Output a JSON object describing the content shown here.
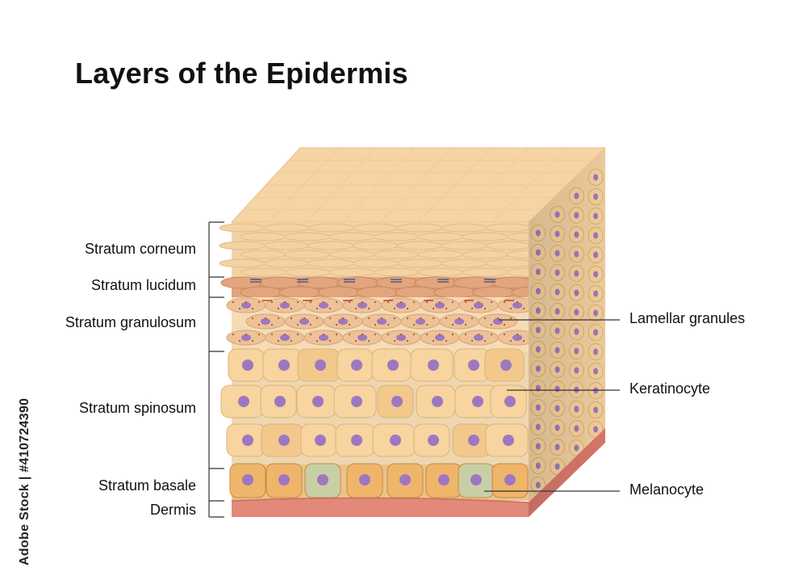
{
  "title": "Layers of the Epidermis",
  "layers": [
    {
      "label": "Stratum corneum"
    },
    {
      "label": "Stratum lucidum"
    },
    {
      "label": "Stratum granulosum"
    },
    {
      "label": "Stratum spinosum"
    },
    {
      "label": "Stratum basale"
    },
    {
      "label": "Dermis"
    }
  ],
  "callouts": [
    {
      "label": "Lamellar granules"
    },
    {
      "label": "Keratinocyte"
    },
    {
      "label": "Melanocyte"
    }
  ],
  "watermark": "Adobe Stock | #410724390",
  "colors": {
    "corneum": "#f4d3a3",
    "lucidum": "#e2a57d",
    "granulosum": "#efc196",
    "spinosum_cell": "#f8d49e",
    "basale_cell": "#efb56a",
    "melanocyte": "#c9cfa5",
    "nucleus": "#9d78c1",
    "dermis": "#e2897a",
    "top_face": "#f6d4a3"
  }
}
